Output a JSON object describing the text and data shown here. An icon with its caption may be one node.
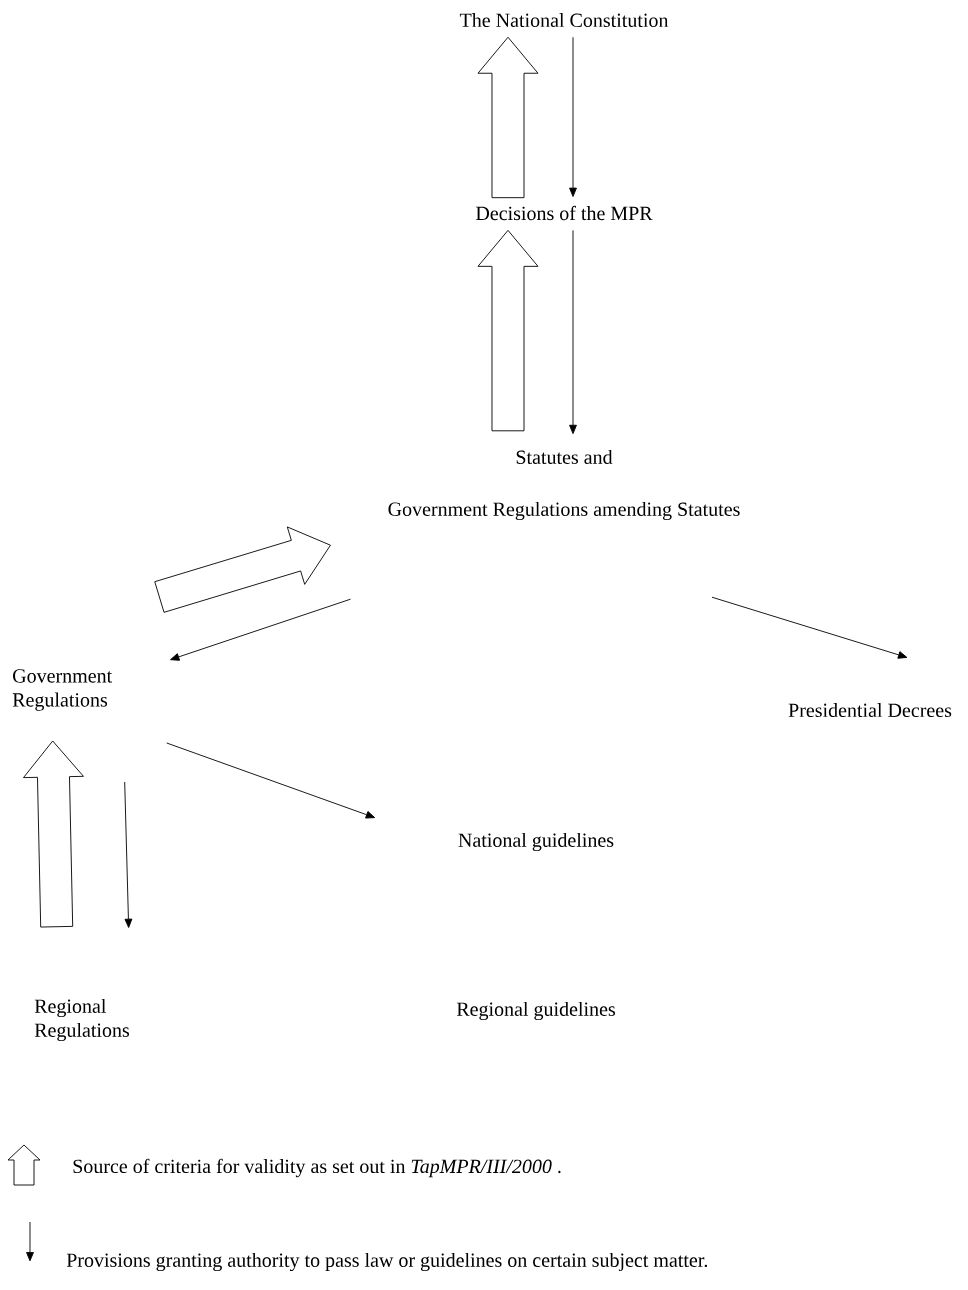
{
  "diagram": {
    "nodes": [
      {
        "text": [
          "The National Constitution"
        ]
      },
      {
        "text": [
          "Decisions of the MPR"
        ]
      },
      {
        "text": [
          "Statutes and",
          "Government Regulations amending  Statutes"
        ]
      },
      {
        "text": [
          "Government Regulations"
        ]
      },
      {
        "text": [
          "Presidential Decrees"
        ]
      },
      {
        "text": [
          "National guidelines"
        ]
      },
      {
        "text": [
          "Regional Regulations"
        ]
      },
      {
        "text": [
          "Regional guidelines"
        ]
      }
    ],
    "edges": [
      {
        "from": 1,
        "to": 0,
        "arrow": "to",
        "style": "thick"
      },
      {
        "from": 0,
        "to": 1,
        "arrow": "to"
      },
      {
        "from": 2,
        "to": 1,
        "arrow": "to",
        "style": "thick"
      },
      {
        "from": 1,
        "to": 2,
        "arrow": "to"
      },
      {
        "from": 3,
        "to": 2,
        "arrow": "to",
        "style": "thick"
      },
      {
        "from": 2,
        "to": 3,
        "arrow": "to"
      },
      {
        "from": 2,
        "to": 4,
        "arrow": "to"
      },
      {
        "from": 3,
        "to": 5,
        "arrow": "to"
      },
      {
        "from": 6,
        "to": 3,
        "arrow": "to",
        "style": "thick"
      },
      {
        "from": 3,
        "to": 6,
        "arrow": "to"
      }
    ],
    "legend": [
      {
        "text": "Source of criteria for validity as set out in *TapMPR/III/2000* ."
      },
      {
        "text": "Provisions granting authority to pass law or guidelines on certain subject matter."
      }
    ]
  }
}
